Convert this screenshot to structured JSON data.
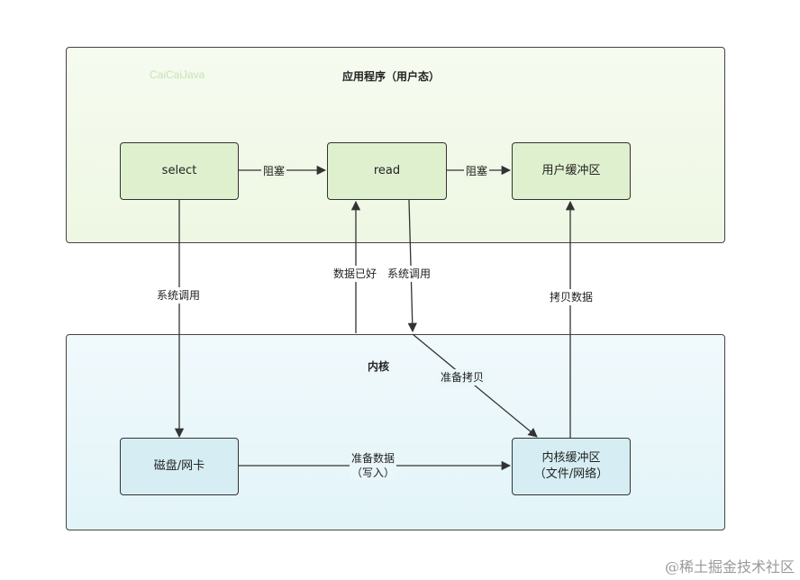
{
  "zones": {
    "user": {
      "title": "应用程序（用户态）",
      "watermark": "CaiCaiJava"
    },
    "kernel": {
      "title": "内核"
    }
  },
  "nodes": {
    "select": "select",
    "read": "read",
    "user_buffer": "用户缓冲区",
    "disk_nic": "磁盘/网卡",
    "kernel_buffer": "内核缓冲区\n（文件/网络）"
  },
  "edge_labels": {
    "select_to_read": "阻塞",
    "read_to_user_buffer": "阻塞",
    "select_syscall": "系统调用",
    "data_ready": "数据已好",
    "read_syscall": "系统调用",
    "copy_data": "拷贝数据",
    "prepare_copy": "准备拷贝",
    "prepare_data": "准备数据\n（写入）"
  },
  "colors": {
    "user_zone": "#eef7e3",
    "kernel_zone": "#e2f4f8",
    "user_node": "#dff0cf",
    "kernel_node": "#d6eef3",
    "line": "#333333"
  },
  "footer": "@稀土掘金技术社区"
}
